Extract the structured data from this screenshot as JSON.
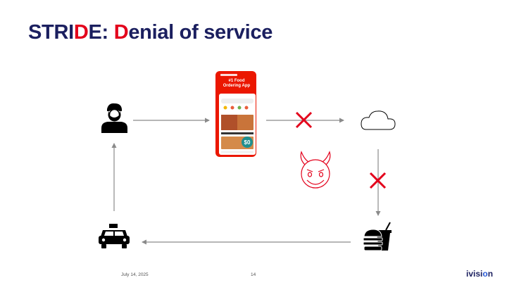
{
  "title": {
    "part1": "STRI",
    "part2": "D",
    "part3": "E: ",
    "part4": "D",
    "part5": "enial of service"
  },
  "colors": {
    "navy": "#1b1f5f",
    "accent_red": "#e3001b",
    "arrow_gray": "#8a8a8a",
    "phone_red": "#eb1700"
  },
  "phone": {
    "line1": "#1 Food",
    "line2": "Ordering App",
    "price_badge": "$0"
  },
  "nodes": [
    {
      "id": "user",
      "icon": "user-icon"
    },
    {
      "id": "app",
      "icon": "food-delivery-app-screenshot"
    },
    {
      "id": "cloud",
      "icon": "cloud-icon"
    },
    {
      "id": "restaurant",
      "icon": "fast-food-icon"
    },
    {
      "id": "taxi",
      "icon": "taxi-icon"
    },
    {
      "id": "attacker",
      "icon": "devil-face-icon"
    }
  ],
  "footer": {
    "date": "July 14, 2025",
    "page": "14",
    "logo_a": "ivisi",
    "logo_b": "o",
    "logo_c": "n"
  }
}
